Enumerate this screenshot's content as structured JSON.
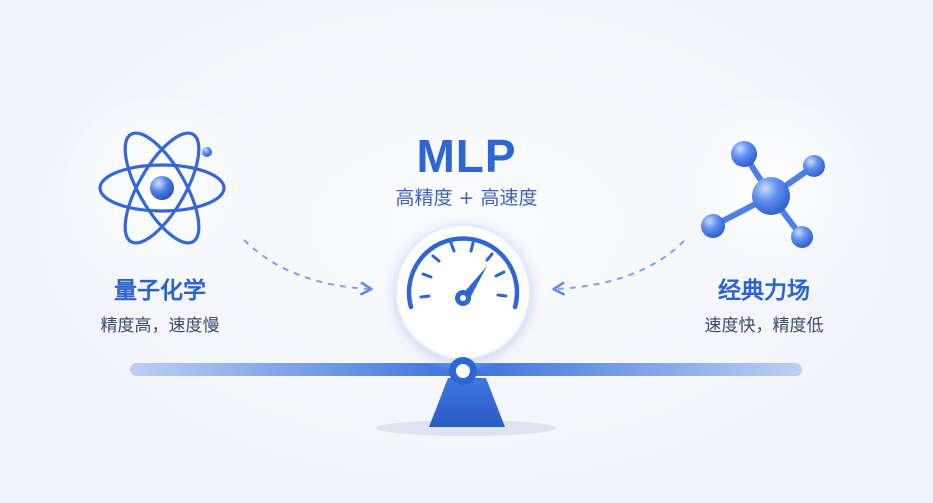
{
  "center": {
    "title": "MLP",
    "subtitle": "高精度 + 高速度"
  },
  "left": {
    "title": "量子化学",
    "subtitle": "精度高，速度慢",
    "icon": "atom-icon"
  },
  "right": {
    "title": "经典力场",
    "subtitle": "速度快，精度低",
    "icon": "molecule-icon"
  },
  "colors": {
    "accent": "#2f66d6",
    "accent_light": "#7fa6ee",
    "background": "#f4f6fb"
  }
}
